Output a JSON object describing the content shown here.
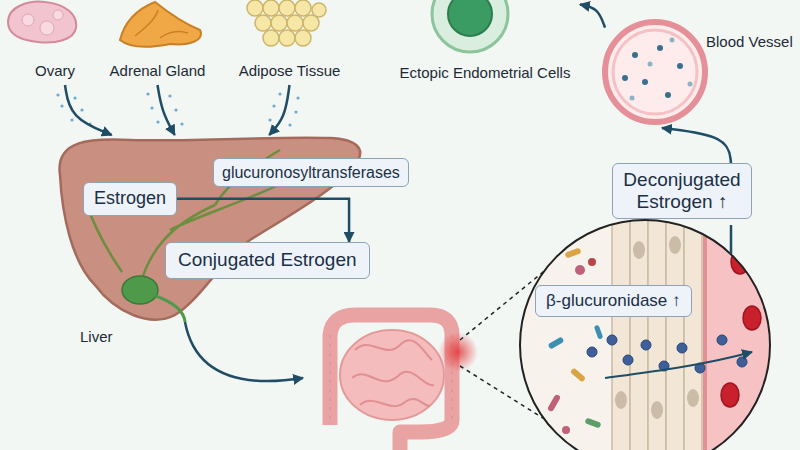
{
  "diagram": {
    "nodes": [
      {
        "text": [
          "Ovary"
        ]
      },
      {
        "text": [
          "Adrenal Gland"
        ]
      },
      {
        "text": [
          "Adipose Tissue"
        ]
      },
      {
        "text": [
          "Ectopic Endometrial Cells"
        ]
      },
      {
        "text": [
          "Blood Vessel"
        ]
      },
      {
        "text": [
          "Liver"
        ]
      },
      {
        "text": [
          "Estrogen"
        ],
        "in": 5
      },
      {
        "text": [
          "glucuronosyltransferases"
        ],
        "in": 5
      },
      {
        "text": [
          "Conjugated Estrogen"
        ],
        "in": 5
      },
      {
        "text": [
          "β-glucuronidase ↑"
        ]
      },
      {
        "text": [
          "Deconjugated Estrogen ↑"
        ]
      }
    ],
    "edges": [
      {
        "from": 0,
        "to": 5,
        "arrow": "to"
      },
      {
        "from": 1,
        "to": 5,
        "arrow": "to"
      },
      {
        "from": 2,
        "to": 5,
        "arrow": "to"
      },
      {
        "from": 6,
        "to": 8,
        "arrow": "to"
      },
      {
        "from": 10,
        "to": 4,
        "arrow": "to"
      },
      {
        "from": 4,
        "to": 3,
        "arrow": "to"
      }
    ]
  }
}
